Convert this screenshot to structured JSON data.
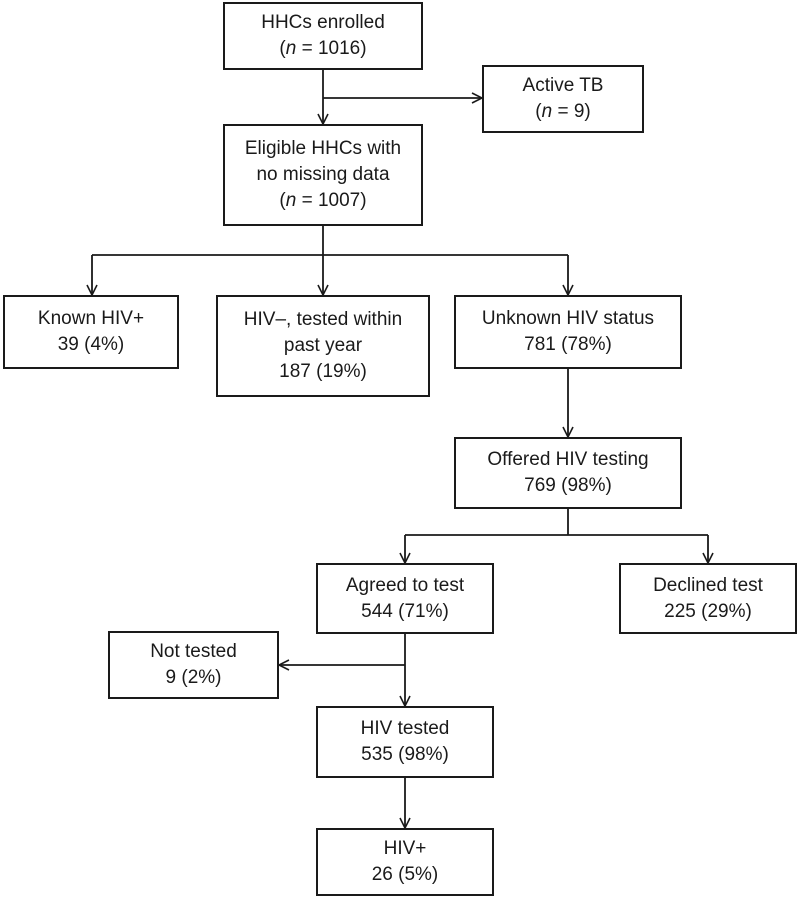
{
  "diagram": {
    "type": "flowchart",
    "nodes": {
      "enrolled": {
        "line1": "HHCs enrolled",
        "line2_italic": "n",
        "line2_rest": " = 1016)",
        "line2_open": "("
      },
      "active_tb": {
        "line1": "Active TB",
        "line2_open": "(",
        "line2_italic": "n",
        "line2_rest": " = 9)"
      },
      "eligible": {
        "line1": "Eligible HHCs with",
        "line2": "no missing data",
        "line3_open": "(",
        "line3_italic": "n",
        "line3_rest": " = 1007)"
      },
      "known_hiv_pos": {
        "line1": "Known HIV+",
        "line2": "39 (4%)"
      },
      "hiv_neg_tested": {
        "line1": "HIV–, tested within",
        "line2": "past year",
        "line3": "187 (19%)"
      },
      "unknown_status": {
        "line1": "Unknown HIV status",
        "line2": "781 (78%)"
      },
      "offered_testing": {
        "line1": "Offered HIV testing",
        "line2": "769 (98%)"
      },
      "agreed_test": {
        "line1": "Agreed to test",
        "line2": "544 (71%)"
      },
      "declined_test": {
        "line1": "Declined test",
        "line2": "225 (29%)"
      },
      "not_tested": {
        "line1": "Not tested",
        "line2": "9 (2%)"
      },
      "hiv_tested": {
        "line1": "HIV tested",
        "line2": "535 (98%)"
      },
      "hiv_positive": {
        "line1": "HIV+",
        "line2": "26 (5%)"
      }
    },
    "edges": [
      [
        "enrolled",
        "eligible"
      ],
      [
        "enrolled",
        "active_tb"
      ],
      [
        "eligible",
        "known_hiv_pos"
      ],
      [
        "eligible",
        "hiv_neg_tested"
      ],
      [
        "eligible",
        "unknown_status"
      ],
      [
        "unknown_status",
        "offered_testing"
      ],
      [
        "offered_testing",
        "agreed_test"
      ],
      [
        "offered_testing",
        "declined_test"
      ],
      [
        "agreed_test",
        "not_tested"
      ],
      [
        "agreed_test",
        "hiv_tested"
      ],
      [
        "hiv_tested",
        "hiv_positive"
      ]
    ]
  }
}
